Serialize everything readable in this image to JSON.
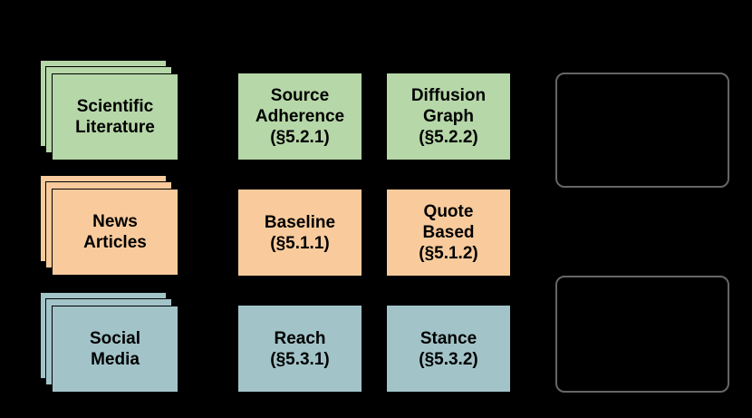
{
  "background_color": "#000000",
  "palette": {
    "source_green": "#b6d7a8",
    "source_orange": "#f9cb9c",
    "source_blue": "#a2c4c9",
    "box_border": "#000000",
    "outline_border": "#666666",
    "text_color": "#000000"
  },
  "sources": [
    {
      "name": "scientific-literature",
      "label": "Scientific\nLiterature",
      "color": "#b6d7a8"
    },
    {
      "name": "news-articles",
      "label": "News\nArticles",
      "color": "#f9cb9c"
    },
    {
      "name": "social-media",
      "label": "Social\nMedia",
      "color": "#a2c4c9"
    }
  ],
  "metrics": [
    {
      "name": "source-adherence",
      "label": "Source\nAdherence\n(§5.2.1)",
      "color": "#b6d7a8"
    },
    {
      "name": "diffusion-graph",
      "label": "Diffusion\nGraph\n(§5.2.2)",
      "color": "#b6d7a8"
    },
    {
      "name": "baseline",
      "label": "Baseline\n(§5.1.1)",
      "color": "#f9cb9c"
    },
    {
      "name": "quote-based",
      "label": "Quote\nBased\n(§5.1.2)",
      "color": "#f9cb9c"
    },
    {
      "name": "reach",
      "label": "Reach\n(§5.3.1)",
      "color": "#a2c4c9"
    },
    {
      "name": "stance",
      "label": "Stance\n(§5.3.2)",
      "color": "#a2c4c9"
    }
  ],
  "outline_boxes": [
    {
      "name": "outline-box-top",
      "label": ""
    },
    {
      "name": "outline-box-bottom",
      "label": ""
    }
  ]
}
